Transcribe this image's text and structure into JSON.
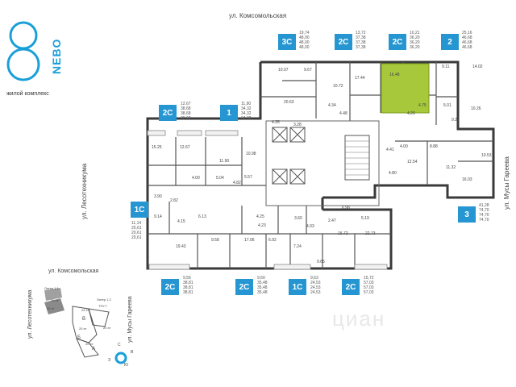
{
  "brand": {
    "logo_number": "8",
    "logo_name": "NEBO",
    "subtitle": "жилой комплекс"
  },
  "streets": {
    "top": "ул. Комсомольская",
    "left": "ул. Лесотехникума",
    "right": "ул. Мусы Гареева"
  },
  "badges": [
    {
      "type": "3С",
      "areas": [
        "19,74",
        "48,00",
        "48,00",
        "48,00"
      ]
    },
    {
      "type": "2С",
      "areas": [
        "13,72",
        "37,38",
        "37,38",
        "37,38"
      ]
    },
    {
      "type": "2С",
      "areas": [
        "10,21",
        "36,20",
        "36,20",
        "36,20"
      ]
    },
    {
      "type": "2",
      "areas": [
        "25,16",
        "46,68",
        "46,68",
        "46,68"
      ]
    },
    {
      "type": "2С",
      "areas": [
        "12,67",
        "38,68",
        "38,68",
        "38,68"
      ]
    },
    {
      "type": "1",
      "areas": [
        "11,90",
        "34,32",
        "34,32",
        "34,32"
      ]
    },
    {
      "type": "1С",
      "areas": [
        "11,14",
        "20,61",
        "20,61",
        "20,61"
      ]
    },
    {
      "type": "3",
      "areas": [
        "41,28",
        "74,70",
        "74,70",
        "74,70"
      ]
    },
    {
      "type": "2С",
      "areas": [
        "9,56",
        "38,81",
        "38,81",
        "38,81"
      ]
    },
    {
      "type": "2С",
      "areas": [
        "9,60",
        "35,48",
        "35,48",
        "35,48"
      ]
    },
    {
      "type": "1С",
      "areas": [
        "9,63",
        "24,53",
        "24,53",
        "24,53"
      ]
    },
    {
      "type": "2С",
      "areas": [
        "15,72",
        "57,03",
        "57,03",
        "57,03"
      ]
    }
  ],
  "room_labels": [
    "10.07",
    "9.67",
    "10.72",
    "17.44",
    "16.48",
    "9.11",
    "14.02",
    "20.63",
    "4.34",
    "4.75",
    "5.01",
    "10.26",
    "4.35",
    "3.28",
    "4.48",
    "4.26",
    "9.22",
    "15.25",
    "12.67",
    "11.90",
    "10.98",
    "4.41",
    "4.00",
    "8.88",
    "12.54",
    "11.32",
    "10.53",
    "4.00",
    "5.04",
    "5.57",
    "4.82",
    "4.80",
    "16.03",
    "3.90",
    "2.82",
    "9.14",
    "4.15",
    "6.13",
    "4.25",
    "3.60",
    "2.47",
    "6.98",
    "5.19",
    "4.23",
    "4.03",
    "19.43",
    "9.58",
    "17.06",
    "6.92",
    "7.24",
    "15.72",
    "22.73",
    "9.65"
  ],
  "minimap": {
    "street": "ул. Комсомольская",
    "left_street": "ул. Лесотехникума",
    "right_street": "ул. Мусы Гареева",
    "labels": [
      "Литер 1.1",
      "Литер 1.2",
      "ТПУ Г",
      "В",
      "Б",
      "А",
      "10 эт",
      "12 эт",
      "24 эт",
      "20 эт",
      "20 эт",
      "20 эт"
    ],
    "compass": [
      "С",
      "В",
      "Ю",
      "З"
    ]
  },
  "watermark": "циан",
  "colors": {
    "brand": "#1a9fd8",
    "badge": "#2596d1",
    "highlight": "#a6c83a",
    "wall": "#3a3a3a"
  }
}
